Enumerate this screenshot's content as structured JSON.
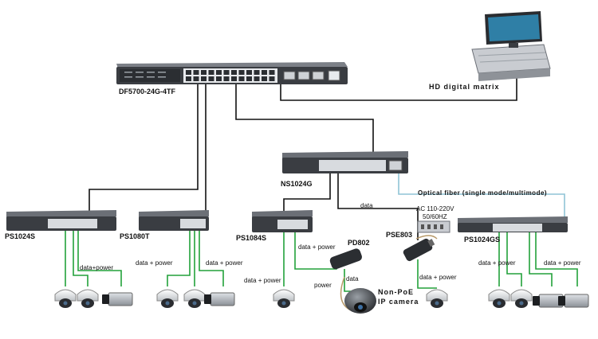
{
  "devices": {
    "core_switch": "DF5700-24G-4TF",
    "matrix": "HD digital matrix",
    "aggregation_switch": "NS1024G",
    "switch_ps1024s": "PS1024S",
    "switch_ps1080t": "PS1080T",
    "switch_ps1084s": "PS1084S",
    "pd": "PD802",
    "pse": "PSE803",
    "switch_ps1024gs": "PS1024GS",
    "nonpoe_camera_line1": "Non-PoE",
    "nonpoe_camera_line2": "IP camera"
  },
  "links": {
    "fiber": "Optical fiber (single mode/multimode)",
    "data": "data",
    "power": "power",
    "data_power": "data + power",
    "data_power_compact": "data+power",
    "ac_line1": "AC 110-220V",
    "ac_line2": "50/60HZ"
  },
  "colors": {
    "data_cable": "#111111",
    "poe_cable": "#22a13a",
    "fiber": "#8fc4d6",
    "switch_body": "#3a3d42",
    "power_cord": "#b89a6a"
  }
}
